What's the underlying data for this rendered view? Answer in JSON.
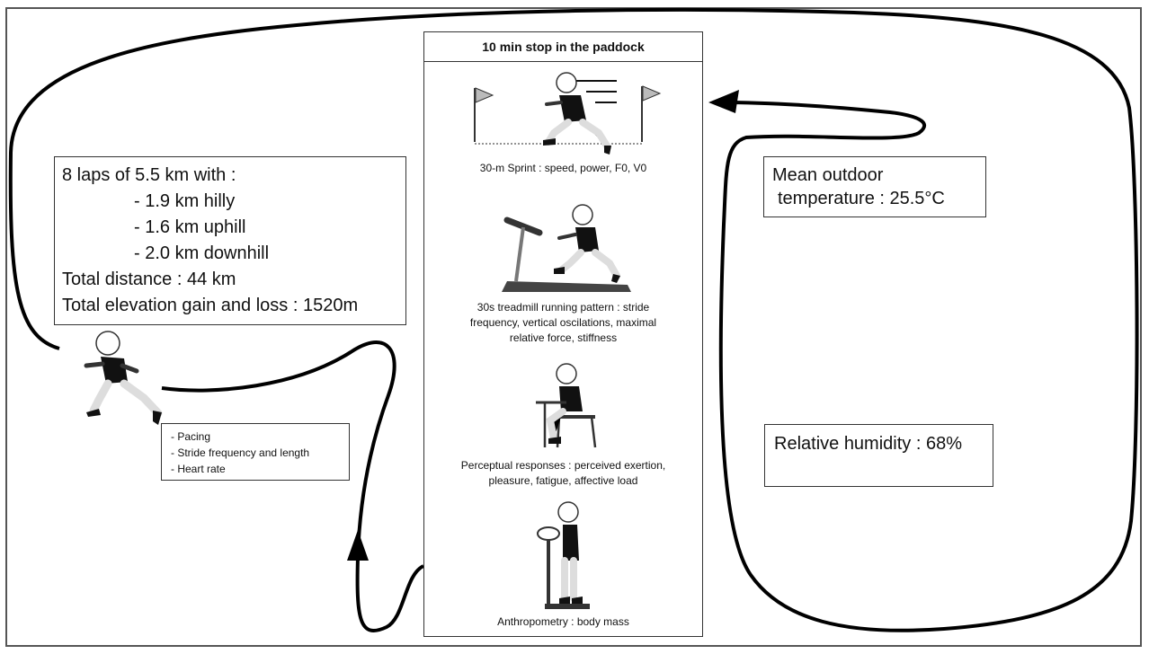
{
  "laps_box": {
    "line1": "8 laps of 5.5 km with :",
    "hilly": "- 1.9 km hilly",
    "uphill": "- 1.6 km uphill",
    "downhill": "- 2.0 km downhill",
    "total_distance": "Total distance : 44 km",
    "elevation": "Total elevation gain and loss : 1520m"
  },
  "temperature_box": {
    "line1": "Mean outdoor",
    "line2": "temperature : 25.5°C"
  },
  "humidity_box": {
    "text": "Relative humidity : 68%"
  },
  "pacing_box": {
    "items": [
      "- Pacing",
      "- Stride frequency and length",
      "- Heart rate"
    ]
  },
  "paddock": {
    "title": "10 min stop in the paddock",
    "sprint_caption": "30-m Sprint : speed, power, F0, V0",
    "treadmill_caption": [
      "30s treadmill running pattern :  stride",
      "frequency, vertical oscilations, maximal",
      "relative force, stiffness"
    ],
    "perceptual_caption": [
      "Perceptual responses : perceived exertion,",
      "pleasure, fatigue, affective load"
    ],
    "anthropometry_caption": "Anthropometry : body mass"
  },
  "colors": {
    "track": "#000000",
    "border": "#333333",
    "flag": "#bbbbbb"
  }
}
